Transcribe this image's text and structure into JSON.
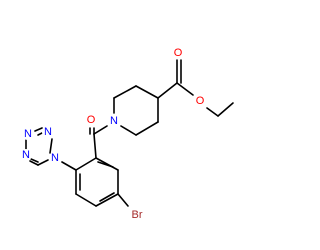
{
  "diagram": {
    "type": "chemical-structure",
    "atom_labels": {
      "oxygen_carbonyl_ester": "O",
      "oxygen_ester": "O",
      "oxygen_amide": "O",
      "nitrogen_piperidine": "N",
      "bromine": "Br",
      "tetrazole_n1": "N",
      "tetrazole_n2": "N",
      "tetrazole_n3": "N",
      "tetrazole_n4": "N"
    },
    "colors": {
      "bond": "#000000",
      "oxygen": "#ff0000",
      "nitrogen": "#0000ff",
      "bromine": "#a52a2a"
    }
  }
}
